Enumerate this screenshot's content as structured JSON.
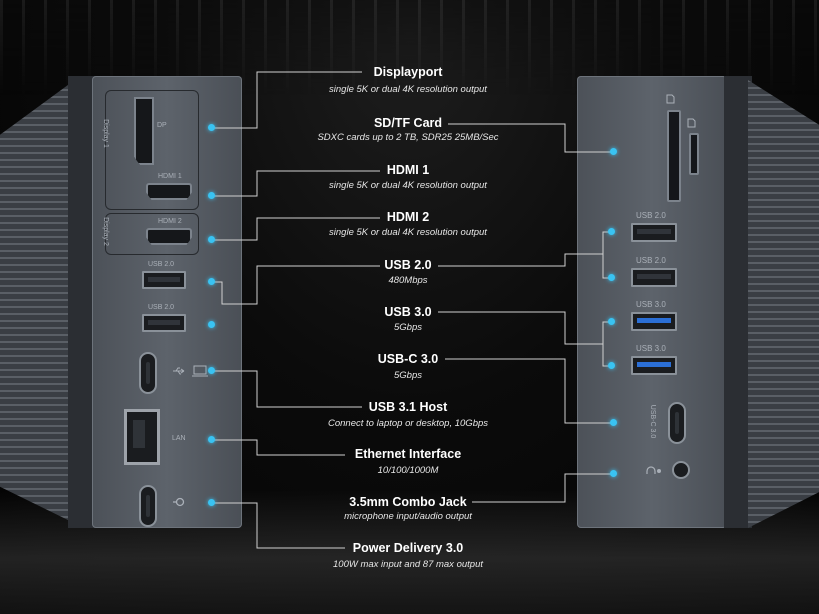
{
  "features": [
    {
      "title": "Displayport",
      "subtitle": "single 5K or dual 4K resolution output"
    },
    {
      "title": "SD/TF Card",
      "subtitle": "SDXC cards up to 2 TB, SDR25 25MB/Sec"
    },
    {
      "title": "HDMI 1",
      "subtitle": "single 5K or dual 4K resolution output"
    },
    {
      "title": "HDMI 2",
      "subtitle": "single 5K or dual 4K resolution output"
    },
    {
      "title": "USB 2.0",
      "subtitle": "480Mbps"
    },
    {
      "title": "USB 3.0",
      "subtitle": "5Gbps"
    },
    {
      "title": "USB-C 3.0",
      "subtitle": "5Gbps"
    },
    {
      "title": "USB 3.1 Host",
      "subtitle": "Connect to laptop or desktop, 10Gbps"
    },
    {
      "title": "Ethernet Interface",
      "subtitle": "10/100/1000M"
    },
    {
      "title": "3.5mm Combo Jack",
      "subtitle": "microphone input/audio output"
    },
    {
      "title": "Power Delivery 3.0",
      "subtitle": "100W max input and 87 max output"
    }
  ],
  "left_hub": {
    "dp_label": "DP",
    "hdmi1_label": "HDMI 1",
    "hdmi2_label": "HDMI 2",
    "display1_label": "Display 1",
    "display2_label": "Display 2",
    "usb_top_label": "USB 2.0",
    "usb_bottom_label": "USB 2.0",
    "lan_label": "LAN"
  },
  "right_hub": {
    "usb_labels": [
      "USB 2.0",
      "USB 2.0",
      "USB 3.0",
      "USB 3.0"
    ],
    "usbc_label": "USB-C 3.0"
  },
  "colors": {
    "dot": "#39c3f2",
    "usb3_port": "#2b6fd6",
    "text": "#ffffff"
  },
  "icons": [
    "usb-icon",
    "laptop-icon",
    "power-icon",
    "headset-icon",
    "sd-card-icon"
  ]
}
